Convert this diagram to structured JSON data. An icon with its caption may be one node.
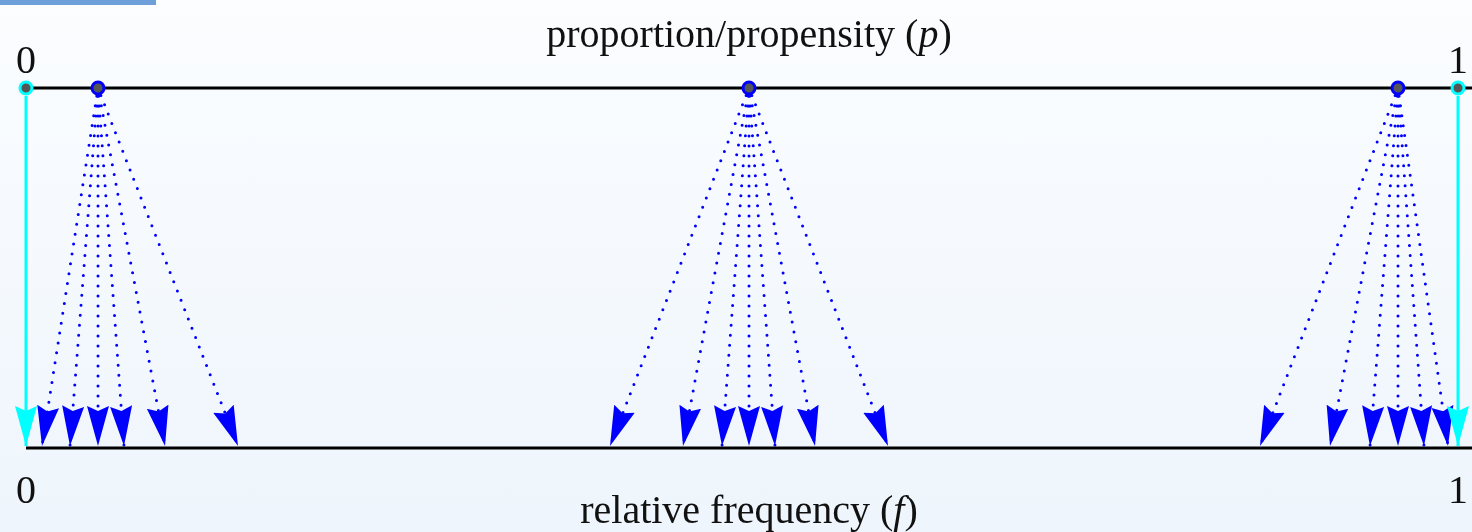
{
  "diagram": {
    "nodes": [
      {
        "text": [],
        "shape": "circle"
      },
      {
        "text": [],
        "shape": "circle"
      },
      {
        "text": [],
        "shape": "circle"
      },
      {
        "text": [],
        "shape": "circle"
      },
      {
        "text": [],
        "shape": "circle"
      },
      {
        "text": [],
        "shape": "line"
      }
    ],
    "edges": [
      {
        "from": 0,
        "to": 5,
        "arrow": "to",
        "color": "#00ffff"
      },
      {
        "from": 1,
        "to": 5,
        "arrow": "to",
        "style": "dashed"
      },
      {
        "from": 1,
        "to": 5,
        "arrow": "to",
        "style": "dashed"
      },
      {
        "from": 1,
        "to": 5,
        "arrow": "to",
        "style": "dashed"
      },
      {
        "from": 1,
        "to": 5,
        "arrow": "to",
        "style": "dashed"
      },
      {
        "from": 1,
        "to": 5,
        "arrow": "to",
        "style": "dashed"
      },
      {
        "from": 1,
        "to": 5,
        "arrow": "to",
        "style": "dashed"
      },
      {
        "from": 2,
        "to": 5,
        "arrow": "to",
        "style": "dashed"
      },
      {
        "from": 2,
        "to": 5,
        "arrow": "to",
        "style": "dashed"
      },
      {
        "from": 2,
        "to": 5,
        "arrow": "to",
        "style": "dashed"
      },
      {
        "from": 2,
        "to": 5,
        "arrow": "to",
        "style": "dashed"
      },
      {
        "from": 2,
        "to": 5,
        "arrow": "to",
        "style": "dashed"
      },
      {
        "from": 2,
        "to": 5,
        "arrow": "to",
        "style": "dashed"
      },
      {
        "from": 2,
        "to": 5,
        "arrow": "to",
        "style": "dashed"
      },
      {
        "from": 3,
        "to": 5,
        "arrow": "to",
        "style": "dashed"
      },
      {
        "from": 3,
        "to": 5,
        "arrow": "to",
        "style": "dashed"
      },
      {
        "from": 3,
        "to": 5,
        "arrow": "to",
        "style": "dashed"
      },
      {
        "from": 3,
        "to": 5,
        "arrow": "to",
        "style": "dashed"
      },
      {
        "from": 3,
        "to": 5,
        "arrow": "to",
        "style": "dashed"
      },
      {
        "from": 3,
        "to": 5,
        "arrow": "to",
        "style": "dashed"
      },
      {
        "from": 4,
        "to": 5,
        "arrow": "to",
        "color": "#00ffff"
      }
    ],
    "labels": [
      "proportion/propensity (*p*)",
      "0",
      "1",
      "0",
      "relative frequency (*f*)",
      "1"
    ]
  }
}
